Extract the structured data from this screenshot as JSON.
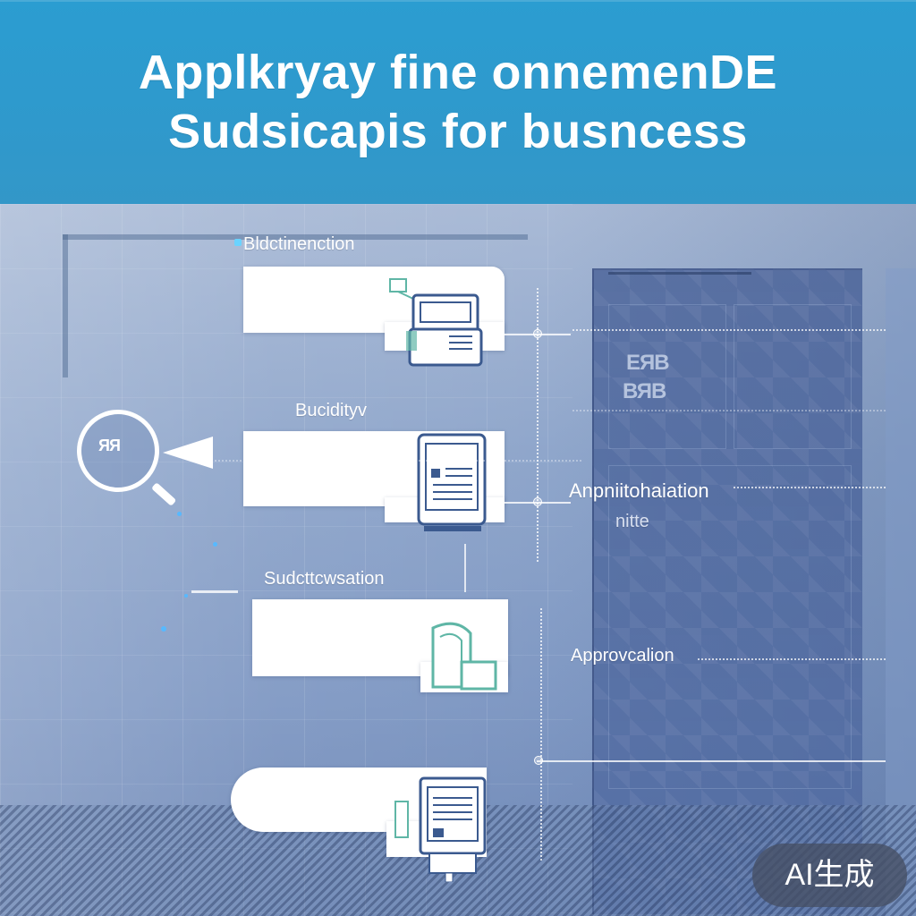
{
  "header": {
    "title_line1": "Applkryay fine onnemenDE",
    "title_line2": "Sudsicapis for busncess"
  },
  "steps": [
    {
      "label": "Bldctinenction"
    },
    {
      "label": "Bucidityv"
    },
    {
      "label": "Sudcttcwsation"
    },
    {
      "label": ""
    }
  ],
  "magnifier": {
    "text": "ЯЯ"
  },
  "right_labels": {
    "top_faint_line1": "ЕЯВ",
    "top_faint_line2": "ВЯВ",
    "approval_a_line1": "Anpniitohaiation",
    "approval_a_line2": "nitte",
    "approval_b": "Approvcalion"
  },
  "badge": {
    "text": "AI生成"
  },
  "colors": {
    "banner": "#2b9dd1",
    "background": "#8fa6cb",
    "block": "#ffffff",
    "icon_stroke": "#3b5a8f",
    "icon_accent": "#5fb6a6"
  }
}
